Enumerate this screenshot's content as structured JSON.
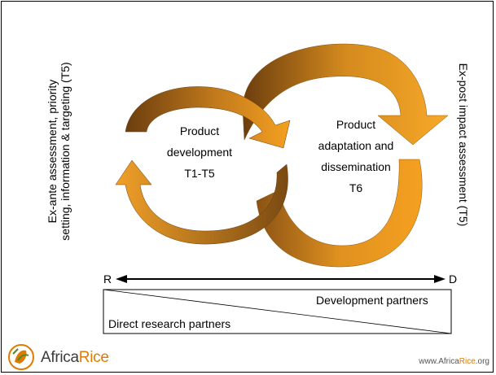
{
  "diagram": {
    "left_cycle_label": [
      "Product",
      "development",
      "T1-T5"
    ],
    "right_cycle_label": [
      "Product",
      "adaptation and",
      "dissemination",
      "T6"
    ],
    "left_side_label": [
      "Ex-ante assessment, priority",
      "setting, information & targeting (T5)"
    ],
    "right_side_label": "Ex-post impact assessment (T5)",
    "axis_start": "R",
    "axis_end": "D",
    "partners_top": "Development partners",
    "partners_bottom": "Direct research partners"
  },
  "footer": {
    "logo_prefix": "Africa",
    "logo_suffix": "Rice",
    "url_prefix": "www.Africa",
    "url_highlight": "Rice",
    "url_suffix": ".org"
  },
  "colors": {
    "arrow_dark": "#7a4a12",
    "arrow_mid": "#c27a1c",
    "arrow_light": "#f4a020",
    "logo_accent": "#e07b00"
  },
  "icons": [
    "africarice-logo-icon"
  ]
}
